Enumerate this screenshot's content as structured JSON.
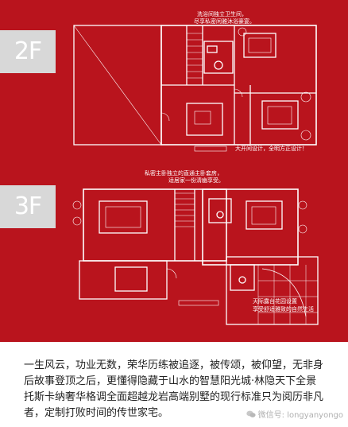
{
  "floors": [
    {
      "tag": "2F",
      "notes": [
        "洗浴间独立卫生间，",
        "尽享私密闲雅沐浴豪宴。",
        "大开间设计，全明方正设计！"
      ]
    },
    {
      "tag": "3F",
      "notes": [
        "私密主卧独立的直通主卧套房，",
        "适居家一份清幽享受。",
        "天际露台花园设置",
        "享受舒适雅致的自然生活"
      ]
    }
  ],
  "caption": {
    "text": "一生风云，功业无数，荣华历练被追逐，被传颂，被仰望，无非身后故事登顶之后，更懂得隐藏于山水的智慧阳光城·林隐天下全景托斯卡纳奢华格调全面超越龙岩高端别墅的现行标准只为阅历非凡者，定制打败时间的传世家宅。"
  },
  "watermark": {
    "icon": "wechat-icon",
    "text": "微信号: longyanyongo"
  },
  "colors": {
    "panel": "#b9141d",
    "line": "#ffffff",
    "tag": "#d8d8d8"
  }
}
